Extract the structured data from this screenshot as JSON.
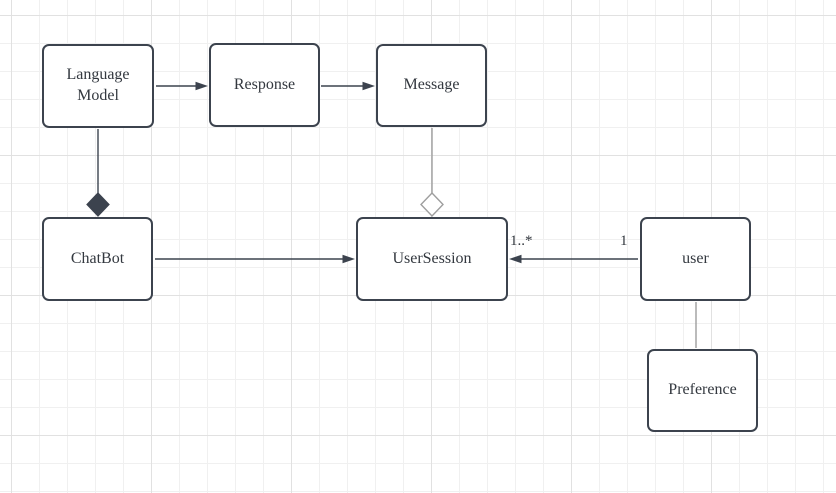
{
  "diagram": {
    "kind": "uml-class-diagram",
    "nodes": [
      {
        "id": "language-model",
        "label": "Language Model"
      },
      {
        "id": "response",
        "label": "Response"
      },
      {
        "id": "message",
        "label": "Message"
      },
      {
        "id": "chatbot",
        "label": "ChatBot"
      },
      {
        "id": "usersession",
        "label": "UserSession"
      },
      {
        "id": "user",
        "label": "user"
      },
      {
        "id": "preference",
        "label": "Preference"
      }
    ],
    "edges": [
      {
        "from": "Language Model",
        "to": "Response",
        "type": "directed-arrow"
      },
      {
        "from": "Response",
        "to": "Message",
        "type": "directed-arrow"
      },
      {
        "from": "Language Model",
        "to": "ChatBot",
        "type": "composition-filled-diamond"
      },
      {
        "from": "Message",
        "to": "UserSession",
        "type": "aggregation-hollow-diamond"
      },
      {
        "from": "ChatBot",
        "to": "UserSession",
        "type": "directed-arrow"
      },
      {
        "from": "user",
        "to": "UserSession",
        "type": "directed-arrow",
        "source_label": "1",
        "target_label": "1..*"
      },
      {
        "from": "user",
        "to": "Preference",
        "type": "plain-line"
      }
    ]
  },
  "colors": {
    "background": "#ffffff",
    "grid_minor": "#f0f0f0",
    "grid_major": "#e1e1e1",
    "node_border": "#3c434e",
    "edge_dark": "#3c434e",
    "edge_gray": "#9e9e9e",
    "diamond_filled": "#3c434e",
    "text": "#33383f"
  }
}
